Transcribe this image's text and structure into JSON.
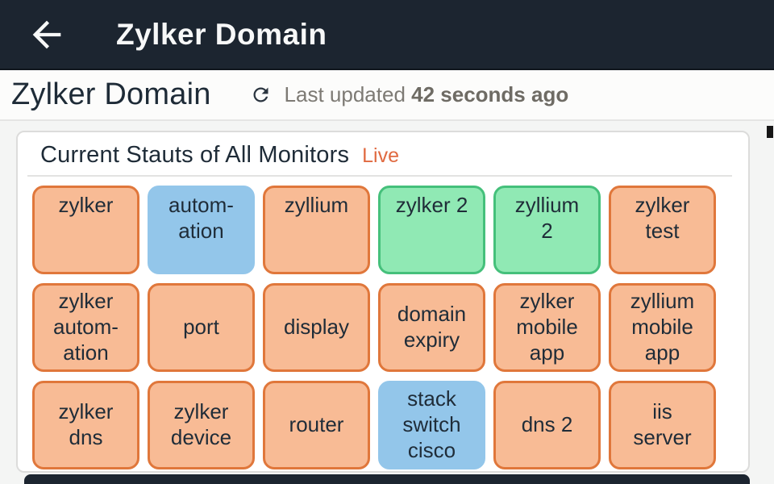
{
  "app_bar": {
    "back_icon": "arrow-left",
    "title": "Zylker Domain"
  },
  "page_header": {
    "title": "Zylker Domain",
    "refresh_icon": "refresh",
    "last_updated_label": "Last updated",
    "last_updated_value": "42 seconds ago"
  },
  "monitors_card": {
    "title": "Current Stauts of All Monitors",
    "live_label": "Live",
    "tiles": [
      {
        "label": "zylker",
        "status": "orange"
      },
      {
        "label": "autom-\nation",
        "status": "blue"
      },
      {
        "label": "zyllium",
        "status": "orange"
      },
      {
        "label": "zylker 2",
        "status": "green"
      },
      {
        "label": "zyllium\n2",
        "status": "green"
      },
      {
        "label": "zylker\ntest",
        "status": "orange"
      },
      {
        "label": "zylker\nautom-\nation",
        "status": "orange"
      },
      {
        "label": "port",
        "status": "orange"
      },
      {
        "label": "display",
        "status": "orange"
      },
      {
        "label": "domain\nexpiry",
        "status": "orange"
      },
      {
        "label": "zylker\nmobile\napp",
        "status": "orange"
      },
      {
        "label": "zyllium\nmobile\napp",
        "status": "orange"
      },
      {
        "label": "zylker\ndns",
        "status": "orange"
      },
      {
        "label": "zylker\ndevice",
        "status": "orange"
      },
      {
        "label": "router",
        "status": "orange"
      },
      {
        "label": "stack\nswitch\ncisco",
        "status": "blue"
      },
      {
        "label": "dns 2",
        "status": "orange"
      },
      {
        "label": "iis\nserver",
        "status": "orange"
      }
    ]
  },
  "colors": {
    "app_bar_bg": "#1c2530",
    "orange_fill": "#f8bb95",
    "orange_border": "#e0773b",
    "blue_fill": "#93c6ea",
    "blue_border": "#93c6ea",
    "green_fill": "#90e9b4",
    "green_border": "#45c07b",
    "live_text": "#e06a41",
    "heading_text": "#1e2b37",
    "muted_text": "#7d7a74"
  }
}
